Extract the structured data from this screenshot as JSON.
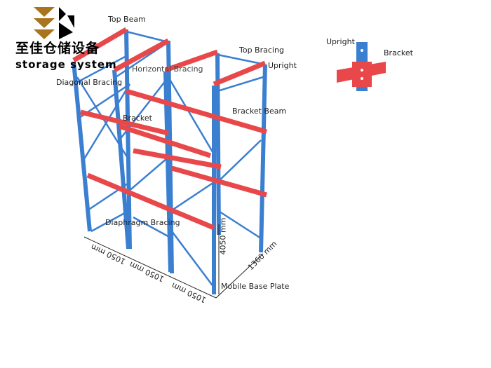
{
  "logo": {
    "chinese": "至佳仓储设备",
    "english": "storage system"
  },
  "labels": {
    "top_beam": "Top Beam",
    "horizontal_bracing": "Horizontal Bracing",
    "diagonal_bracing": "Diagonal Bracing",
    "bracket_left": "Bracket",
    "top_bracing": "Top Bracing",
    "upright_main": "Upright",
    "bracket_beam": "Bracket Beam",
    "diaphragm_bracing": "Diaphragm Bracing",
    "mobile_base_plate": "Mobile Base Plate",
    "inset_upright": "Upright",
    "inset_bracket": "Bracket"
  },
  "dimensions": {
    "bay1": "1050 mm",
    "bay2": "1050 mm",
    "bay3": "1050 mm",
    "height": "4050 mm",
    "depth": "1360 mm"
  },
  "colors": {
    "upright": "#3b7fd0",
    "beam": "#e8484a"
  }
}
